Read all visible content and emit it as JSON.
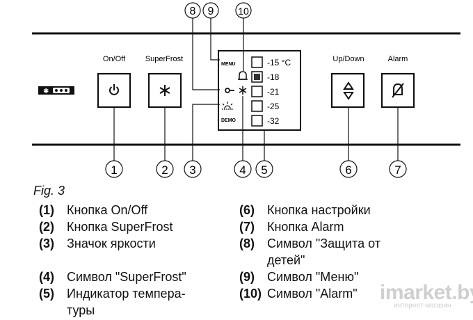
{
  "panel": {
    "buttons": [
      {
        "label": "On/Off",
        "icon": "power-icon"
      },
      {
        "label": "SuperFrost",
        "icon": "snowflake-icon"
      },
      {
        "label": "Up/Down",
        "icon": "up-down-arrows-icon"
      },
      {
        "label": "Alarm",
        "icon": "alarm-off-icon"
      }
    ],
    "display": {
      "menu_label": "MENU",
      "demo_label": "DEMO",
      "temperatures": [
        "-15 °C",
        "-18",
        "-21",
        "-25",
        "-32"
      ],
      "active_index": 1
    },
    "callouts_top": [
      "8",
      "9",
      "10"
    ],
    "callouts_bottom": [
      "1",
      "2",
      "3",
      "4",
      "5",
      "6",
      "7"
    ]
  },
  "figure_caption": "Fig. 3",
  "legend": {
    "left": [
      {
        "num": "(1)",
        "text": "Кнопка On/Off"
      },
      {
        "num": "(2)",
        "text": "Кнопка SuperFrost"
      },
      {
        "num": "(3)",
        "text": "Значок яркости"
      },
      {
        "num": "",
        "text": ""
      },
      {
        "num": "(4)",
        "text": "Символ \"SuperFrost\""
      },
      {
        "num": "(5)",
        "text": "Индикатор темпера-\nтуры"
      }
    ],
    "right": [
      {
        "num": "(6)",
        "text": "Кнопка настройки"
      },
      {
        "num": "(7)",
        "text": "Кнопка Alarm"
      },
      {
        "num": "(8)",
        "text": "Символ \"Защита от\nдетей\""
      },
      {
        "num": "(9)",
        "text": "Символ \"Меню\""
      },
      {
        "num": "(10)",
        "text": "Символ \"Alarm\""
      }
    ]
  },
  "watermark": {
    "brand": "imarket.by",
    "sub": "интернет-магазин"
  }
}
